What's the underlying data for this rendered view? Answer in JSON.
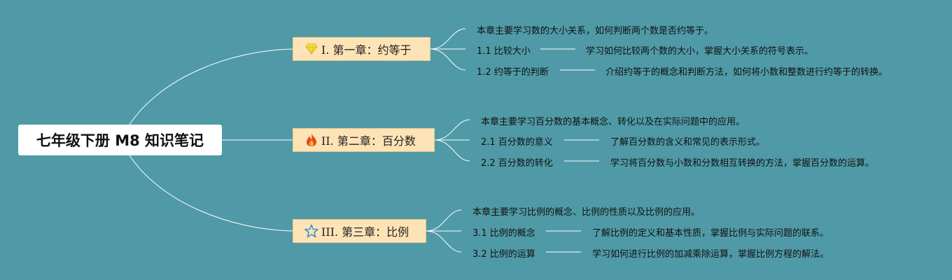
{
  "root": {
    "title": "七年级下册 M8 知识笔记"
  },
  "chapters": [
    {
      "label": "I. 第一章：约等于",
      "icon": "gem-icon",
      "summary": "本章主要学习数的大小关系，如何判断两个数是否约等于。",
      "sections": [
        {
          "title": "1.1 比较大小",
          "detail": "学习如何比较两个数的大小，掌握大小关系的符号表示。"
        },
        {
          "title": "1.2 约等于的判断",
          "detail": "介绍约等于的概念和判断方法，如何将小数和整数进行约等于的转换。"
        }
      ]
    },
    {
      "label": "II. 第二章：百分数",
      "icon": "fire-icon",
      "summary": "本章主要学习百分数的基本概念、转化以及在实际问题中的应用。",
      "sections": [
        {
          "title": "2.1 百分数的意义",
          "detail": "了解百分数的含义和常见的表示形式。"
        },
        {
          "title": "2.2 百分数的转化",
          "detail": "学习将百分数与小数和分数相互转换的方法，掌握百分数的运算。"
        }
      ]
    },
    {
      "label": "III. 第三章：比例",
      "icon": "star-icon",
      "summary": "本章主要学习比例的概念、比例的性质以及比例的应用。",
      "sections": [
        {
          "title": "3.1 比例的概念",
          "detail": "了解比例的定义和基本性质，掌握比例与实际问题的联系。"
        },
        {
          "title": "3.2 比例的运算",
          "detail": "学习如何进行比例的加减乘除运算，掌握比例方程的解法。"
        }
      ]
    }
  ],
  "colors": {
    "background": "#4f9aa6",
    "chapter_fill": "#fde3b5",
    "line": "#ffffff"
  }
}
